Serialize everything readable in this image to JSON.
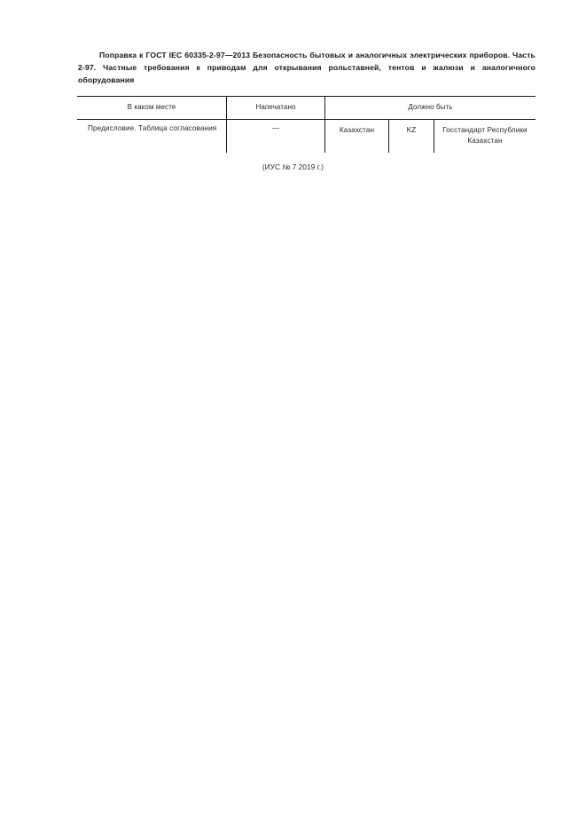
{
  "document": {
    "heading": "Поправка к ГОСТ IEC 60335-2-97—2013 Безопасность бытовых и аналогичных электри­ческих приборов. Часть 2-97. Частные требования к приводам для открывания рольставней, тентов и жалюзи и аналогичного оборудования",
    "footer_note": "(ИУС № 7  2019 г.)"
  },
  "table": {
    "headers": {
      "where": "В каком месте",
      "printed": "Напечатано",
      "should_be": "Должно быть"
    },
    "row": {
      "where": "Предисловие. Таблица согла­сования",
      "printed": "—",
      "should_be_country": "Казахстан",
      "should_be_code": "KZ",
      "should_be_authority": "Госстандарт Республики Казахстан"
    }
  }
}
